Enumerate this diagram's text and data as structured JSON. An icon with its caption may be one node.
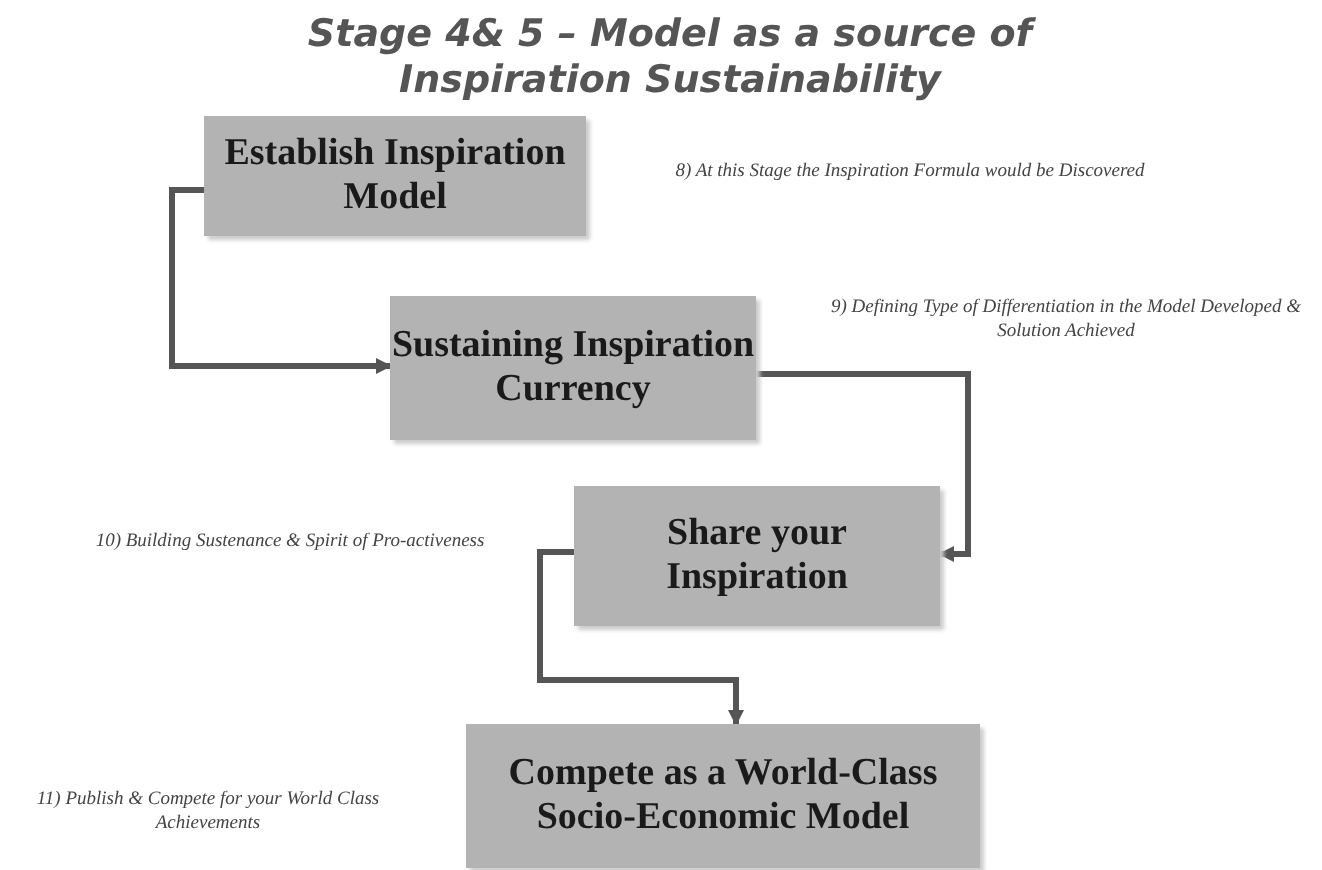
{
  "diagram": {
    "title": "Stage 4& 5 – Model as a source of Inspiration Sustainability",
    "nodes": [
      {
        "text": [
          "Establish Inspiration Model"
        ]
      },
      {
        "text": [
          "Sustaining Inspiration Currency"
        ]
      },
      {
        "text": [
          "Share your Inspiration"
        ]
      },
      {
        "text": [
          "Compete as a World-Class Socio-Economic Model"
        ]
      }
    ],
    "edges": [
      {
        "from": 0,
        "to": 1,
        "arrow": "to"
      },
      {
        "from": 1,
        "to": 2,
        "arrow": "to"
      },
      {
        "from": 2,
        "to": 3,
        "arrow": "to"
      }
    ],
    "labels": [
      "8) At this Stage the Inspiration Formula would be Discovered",
      "9) Defining Type of Differentiation in the Model Developed & Solution Achieved",
      "10) Building Sustenance & Spirit of Pro-activeness",
      "11) Publish & Compete for your World Class Achievements"
    ]
  }
}
